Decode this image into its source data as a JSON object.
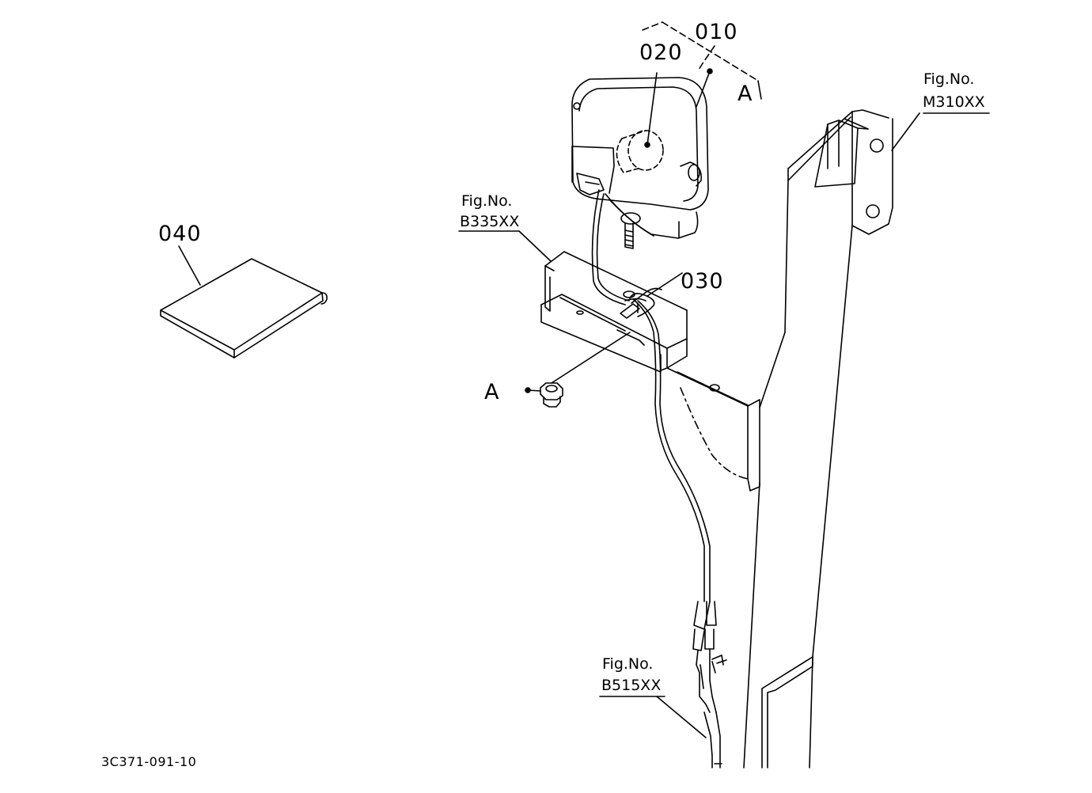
{
  "parts": {
    "p010": "010",
    "p020": "020",
    "p030": "030",
    "p040": "040"
  },
  "callouts": {
    "a_top": "A",
    "a_bottom": "A"
  },
  "figure_refs": {
    "m310": {
      "line1": "Fig.No.",
      "line2": "M310XX"
    },
    "b335": {
      "line1": "Fig.No.",
      "line2": "B335XX"
    },
    "b515": {
      "line1": "Fig.No.",
      "line2": "B515XX"
    }
  },
  "diagram_code": "3C371-091-10"
}
